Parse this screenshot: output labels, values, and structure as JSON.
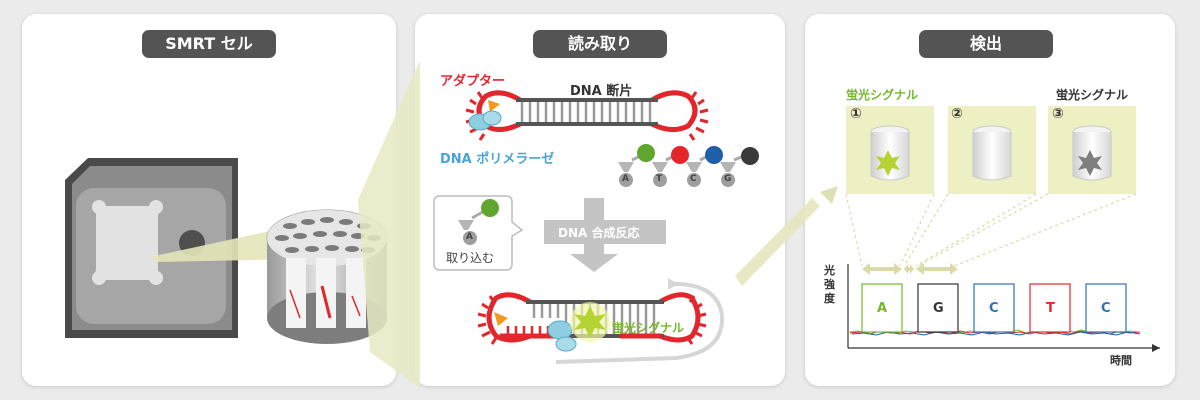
{
  "panels": {
    "smrt": {
      "title": "SMRT セル"
    },
    "read": {
      "title": "読み取り",
      "adapter": "アダプター",
      "fragment": "DNA 断片",
      "polymerase": "DNA ポリメラーゼ",
      "nucleotides": [
        "A",
        "T",
        "C",
        "G"
      ],
      "uptake_base": "A",
      "uptake": "取り込む",
      "synthesis": "DNA 合成反応",
      "signal": "蛍光シグナル"
    },
    "detect": {
      "title": "検出",
      "signal_left": "蛍光シグナル",
      "signal_right": "蛍光シグナル",
      "wells": [
        "①",
        "②",
        "③"
      ],
      "ylabel": [
        "光",
        "強",
        "度"
      ],
      "xlabel": "時間",
      "bases": [
        "A",
        "G",
        "C",
        "T",
        "C"
      ]
    }
  },
  "colors": {
    "red": "#e3262c",
    "green": "#76b82a",
    "blue": "#2a72b8",
    "dark": "#3a3a3a",
    "highlight": "#eef0c4",
    "polymerase": "#8fcde0"
  }
}
